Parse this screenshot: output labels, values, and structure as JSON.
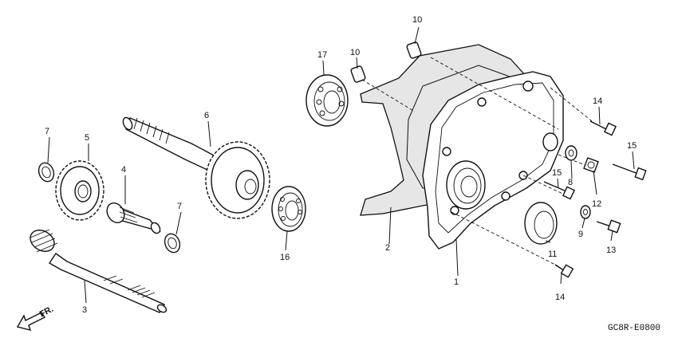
{
  "diagram": {
    "drawing_code": "GC8R-E0800",
    "direction_label": "FR.",
    "callouts": [
      {
        "id": "c1",
        "label": "1"
      },
      {
        "id": "c2",
        "label": "2"
      },
      {
        "id": "c3",
        "label": "3"
      },
      {
        "id": "c4",
        "label": "4"
      },
      {
        "id": "c5",
        "label": "5"
      },
      {
        "id": "c6",
        "label": "6"
      },
      {
        "id": "c7a",
        "label": "7"
      },
      {
        "id": "c7b",
        "label": "7"
      },
      {
        "id": "c8",
        "label": "8"
      },
      {
        "id": "c9",
        "label": "9"
      },
      {
        "id": "c10a",
        "label": "10"
      },
      {
        "id": "c10b",
        "label": "10"
      },
      {
        "id": "c11",
        "label": "11"
      },
      {
        "id": "c12",
        "label": "12"
      },
      {
        "id": "c13",
        "label": "13"
      },
      {
        "id": "c14a",
        "label": "14"
      },
      {
        "id": "c14b",
        "label": "14"
      },
      {
        "id": "c15a",
        "label": "15"
      },
      {
        "id": "c15b",
        "label": "15"
      },
      {
        "id": "c16",
        "label": "16"
      },
      {
        "id": "c17",
        "label": "17"
      }
    ]
  }
}
